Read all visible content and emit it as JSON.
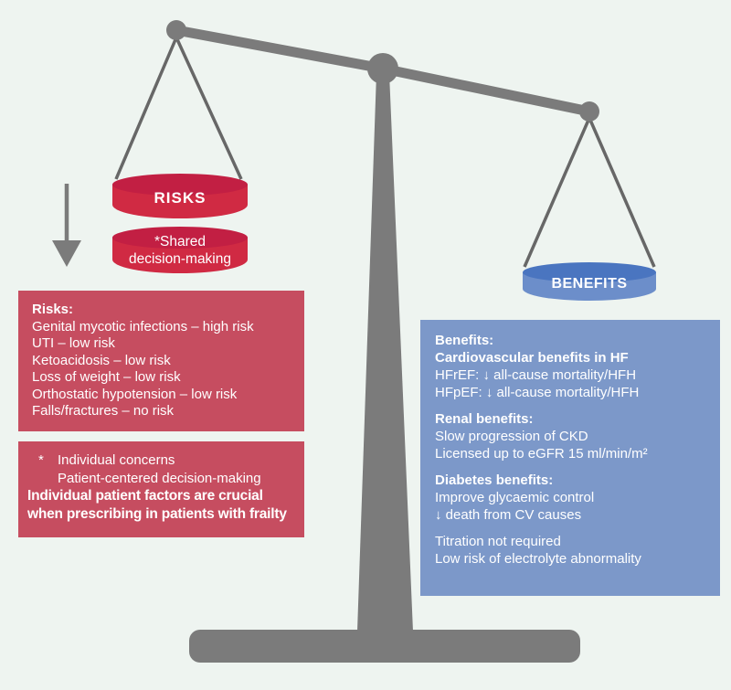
{
  "background_color": "#eef4f0",
  "scale": {
    "color": "#7b7b7b",
    "string_color": "#676767",
    "tilt": "benefits-side-down"
  },
  "left_pan": {
    "label": "RISKS",
    "top_color": "#c21f43",
    "body_color": "#d02a43"
  },
  "shared_disc": {
    "line1": "*Shared",
    "line2": "decision-making"
  },
  "right_pan": {
    "label": "BENEFITS",
    "top_color": "#4a75c0",
    "body_color": "#6c8eca"
  },
  "risk_box": {
    "bg": "#c64d60",
    "title": "Risks:",
    "items": [
      "Genital mycotic infections – high risk",
      "UTI – low risk",
      "Ketoacidosis – low risk",
      "Loss of weight – low risk",
      "Orthostatic hypotension – low risk",
      "Falls/fractures – no risk"
    ]
  },
  "concern_box": {
    "bg": "#c64d60",
    "asterisk": "*",
    "indent_lines": [
      "Individual concerns",
      "Patient-centered decision-making"
    ],
    "bold_lines": [
      "Individual patient factors are crucial",
      "when prescribing in patients with frailty"
    ]
  },
  "benefit_box": {
    "bg": "#7c98c9",
    "title": "Benefits:",
    "sections": [
      {
        "heading": "Cardiovascular benefits in HF",
        "lines": [
          "HFrEF: ↓ all-cause mortality/HFH",
          "HFpEF: ↓ all-cause mortality/HFH"
        ]
      },
      {
        "heading": "Renal benefits:",
        "lines": [
          "Slow progression of CKD",
          "Licensed up to eGFR 15 ml/min/m²"
        ]
      },
      {
        "heading": "Diabetes benefits:",
        "lines": [
          "Improve glycaemic control",
          "↓ death from CV causes"
        ]
      }
    ],
    "footer_lines": [
      "Titration not required",
      "Low risk of electrolyte abnormality"
    ]
  }
}
